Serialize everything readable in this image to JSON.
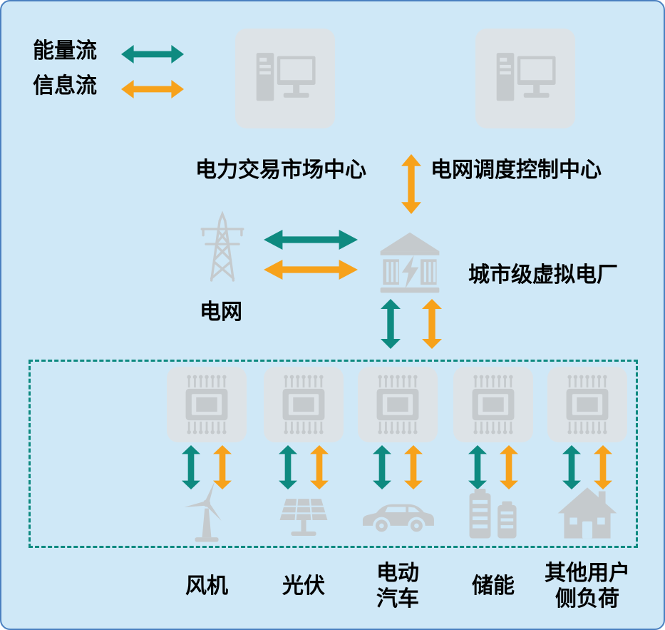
{
  "colors": {
    "background": "#cfe8f7",
    "border": "#4a80c0",
    "teal": "#0e8a80",
    "orange": "#f7a21b",
    "icon": "#c5cacd",
    "icon_bg": "#dde3e7",
    "text": "#000000"
  },
  "legend": {
    "energy_label": "能量流",
    "info_label": "信息流"
  },
  "top_row": {
    "market_center": "电力交易市场中心",
    "dispatch_center": "电网调度控制中心"
  },
  "middle": {
    "grid_label": "电网",
    "vpp_label": "城市级虚拟电厂"
  },
  "resources": [
    {
      "label": "风机",
      "icon": "wind-turbine-icon"
    },
    {
      "label": "光伏",
      "icon": "solar-panel-icon"
    },
    {
      "label": "电动\n汽车",
      "icon": "electric-vehicle-icon"
    },
    {
      "label": "储能",
      "icon": "battery-storage-icon"
    },
    {
      "label": "其他用户\n侧负荷",
      "icon": "house-load-icon"
    }
  ]
}
